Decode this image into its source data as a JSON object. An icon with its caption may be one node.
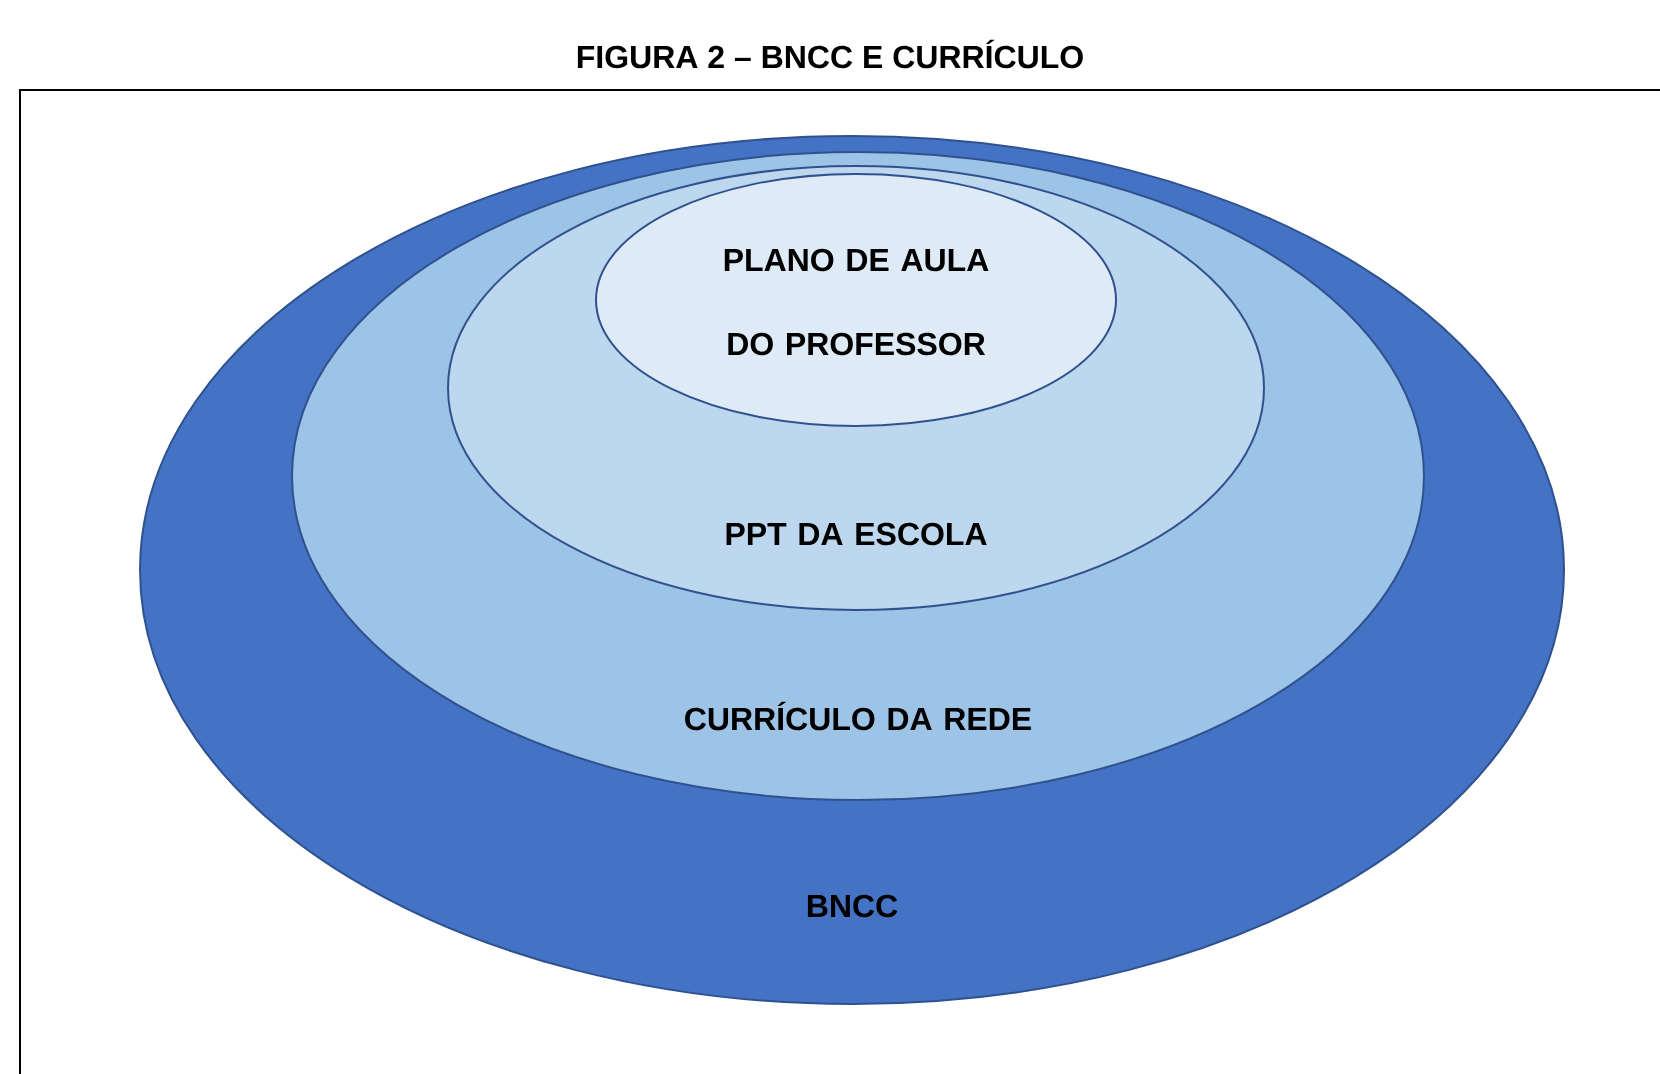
{
  "diagram": {
    "title": "FIGURA 2 – BNCC E CURRÍCULO",
    "nodes": [
      {
        "text": [
          "BNCC"
        ]
      },
      {
        "text": [
          "CURRÍCULO DA REDE"
        ],
        "in": 0
      },
      {
        "text": [
          "PPT DA ESCOLA"
        ],
        "in": 1
      },
      {
        "text": [
          "PLANO DE AULA DO PROFESSOR"
        ],
        "in": 2
      }
    ]
  }
}
